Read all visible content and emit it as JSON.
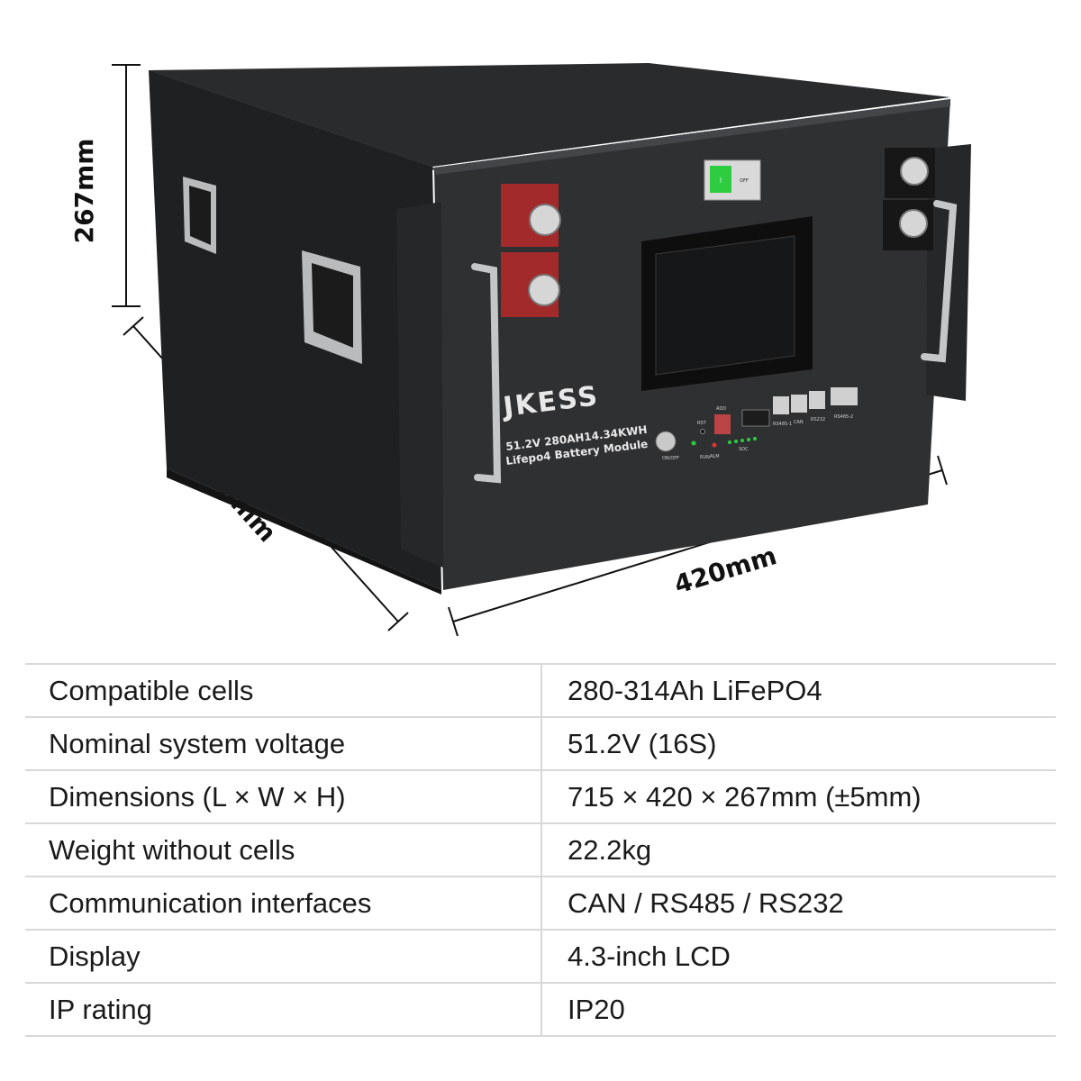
{
  "dimensions": {
    "height": "267mm",
    "length": "715mm",
    "width": "420mm"
  },
  "product": {
    "brand": "JKESS",
    "model_line1": "51.2V 280AH14.34KWH",
    "model_line2": "Lifepo4 Battery Module",
    "switch_label": "OFF",
    "switch_on": "I",
    "power_button_label": "ON/OFF",
    "rst_label": "RST",
    "add_label": "ADD",
    "run_label": "RUN",
    "alm_label": "ALM",
    "soc_label": "SOC",
    "port_labels": [
      "RS485-1",
      "CAN",
      "RS232",
      "RS485-2"
    ]
  },
  "specs": [
    {
      "label": "Compatible cells",
      "value": "280-314Ah LiFePO4"
    },
    {
      "label": "Nominal system voltage",
      "value": "51.2V (16S)"
    },
    {
      "label": "Dimensions (L × W × H)",
      "value": "715 × 420 × 267mm (±5mm)"
    },
    {
      "label": "Weight without cells",
      "value": "22.2kg"
    },
    {
      "label": "Communication interfaces",
      "value": "CAN / RS485 / RS232"
    },
    {
      "label": "Display",
      "value": "4.3-inch LCD"
    },
    {
      "label": "IP rating",
      "value": "IP20"
    }
  ],
  "colors": {
    "casing": "#2b2c2e",
    "terminal_red": "#a32a2a",
    "led_green": "#2ecc40"
  }
}
